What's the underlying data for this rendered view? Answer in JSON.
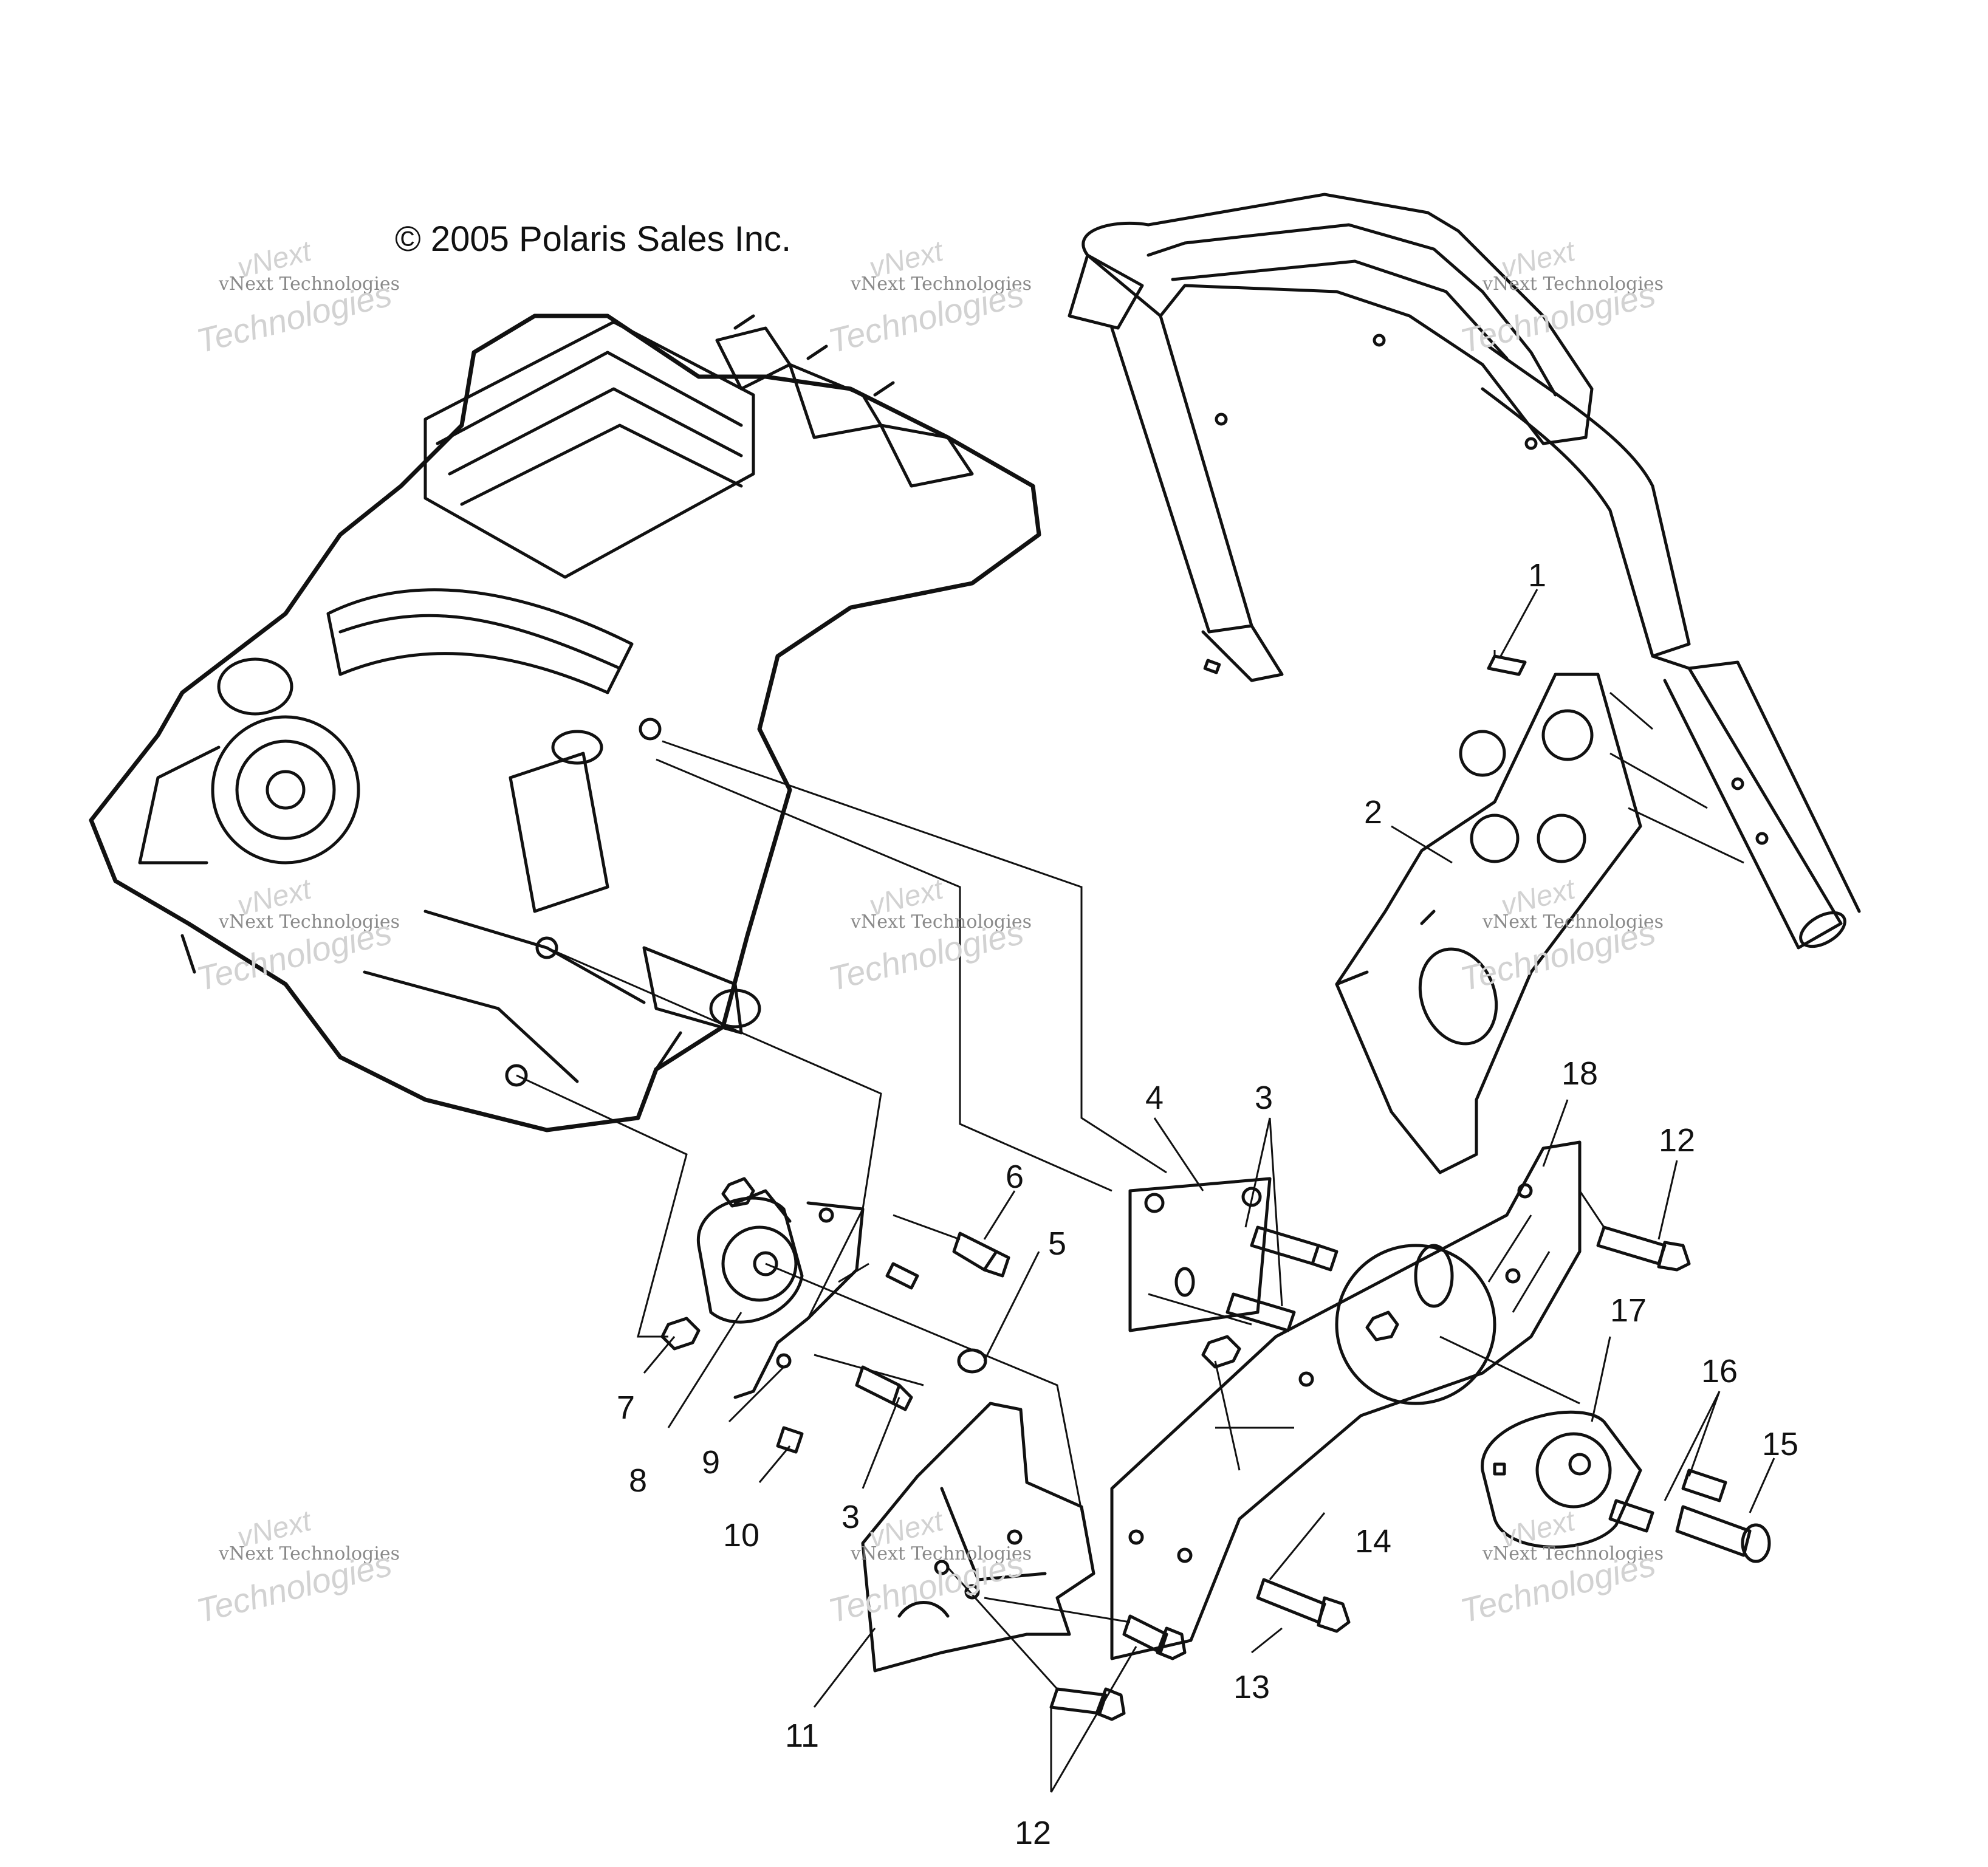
{
  "copyright": "© 2005 Polaris Sales Inc.",
  "watermark": {
    "line1": "vNext",
    "line2": "vNext Technologies",
    "line3": "Technologies"
  },
  "callouts": [
    "1",
    "2",
    "3",
    "3",
    "3",
    "4",
    "5",
    "6",
    "7",
    "8",
    "9",
    "10",
    "11",
    "12",
    "12",
    "12",
    "13",
    "14",
    "15",
    "16",
    "17",
    "18"
  ]
}
